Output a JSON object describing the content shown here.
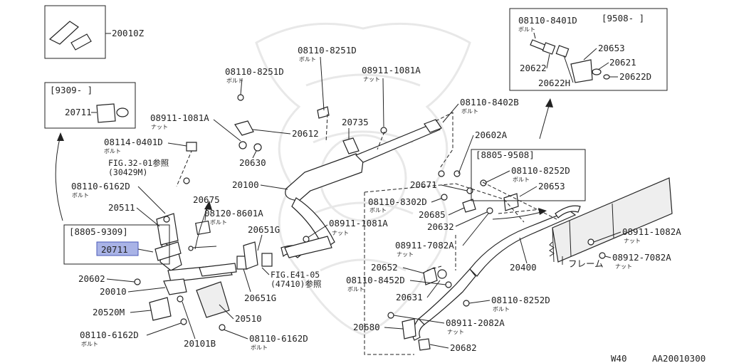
{
  "labels": {
    "p20010Z": "20010Z",
    "d9309": "[9309-   ]",
    "p20711_box": "20711",
    "b08110_8251D_a": "08110-8251D",
    "b08110_8251D_a_sub": "ボルト",
    "b08110_8251D_b": "08110-8251D",
    "b08110_8251D_b_sub": "ボルト",
    "n08911_1081A_a": "08911-1081A",
    "n08911_1081A_a_sub": "ナット",
    "n08911_1081A_b": "08911-1081A",
    "n08911_1081A_b_sub": "ナット",
    "n08911_1081A_c": "08911-1081A",
    "n08911_1081A_c_sub": "ナット",
    "p20612": "20612",
    "p20735": "20735",
    "p20630": "20630",
    "b08114_0401D": "08114-0401D",
    "b08114_0401D_sub": "ボルト",
    "fig3201": "FIG.32-01参照",
    "fig3201_ref": "(30429M)",
    "b08110_6162D_a": "08110-6162D",
    "b08110_6162D_a_sub": "ボルト",
    "p20675": "20675",
    "b08120_8601A": "08120-8601A",
    "b08120_8601A_sub": "ボルト",
    "p20100": "20100",
    "p20511": "20511",
    "d8805_9309": "[8805-9309]",
    "p20711_hl": "20711",
    "p20651G_a": "20651G",
    "p20651G_b": "20651G",
    "fige4105": "FIG.E41-05",
    "fige4105_ref": "(47410)参照",
    "p20602_left": "20602",
    "p20010": "20010",
    "p20520M": "20520M",
    "p20510": "20510",
    "b08110_6162D_b": "08110-6162D",
    "b08110_6162D_b_sub": "ボルト",
    "b08110_6162D_c": "08110-6162D",
    "b08110_6162D_c_sub": "ボルト",
    "p20101B": "20101B",
    "d9508": "[9508-   ]",
    "b08110_8401D": "08110-8401D",
    "b08110_8401D_sub": "ボルト",
    "p20653_top": "20653",
    "p20622": "20622",
    "p20621": "20621",
    "p20622H": "20622H",
    "p20622D": "20622D",
    "b08110_8402B": "08110-8402B",
    "b08110_8402B_sub": "ボルト",
    "p20602A": "20602A",
    "d8805_9508": "[8805-9508]",
    "b08110_8252D_a": "08110-8252D",
    "b08110_8252D_a_sub": "ボルト",
    "p20671": "20671",
    "p20653_mid": "20653",
    "b08110_8302D": "08110-8302D",
    "b08110_8302D_sub": "ボルト",
    "p20685": "20685",
    "p20632": "20632",
    "n08911_7082A": "08911-7082A",
    "n08911_7082A_sub": "ナット",
    "p20400": "20400",
    "n08911_1082A": "08911-1082A",
    "n08911_1082A_sub": "ナット",
    "n08912_7082A": "08912-7082A",
    "n08912_7082A_sub": "ナット",
    "frame": "フレーム",
    "p20652": "20652",
    "b08110_8452D": "08110-8452D",
    "b08110_8452D_sub": "ボルト",
    "p20631": "20631",
    "b08110_8252D_b": "08110-8252D",
    "b08110_8252D_b_sub": "ボルト",
    "p20680": "20680",
    "n08911_2082A": "08911-2082A",
    "n08911_2082A_sub": "ナット",
    "p20682": "20682",
    "footer_w": "W40",
    "footer_code": "AA20010300"
  }
}
